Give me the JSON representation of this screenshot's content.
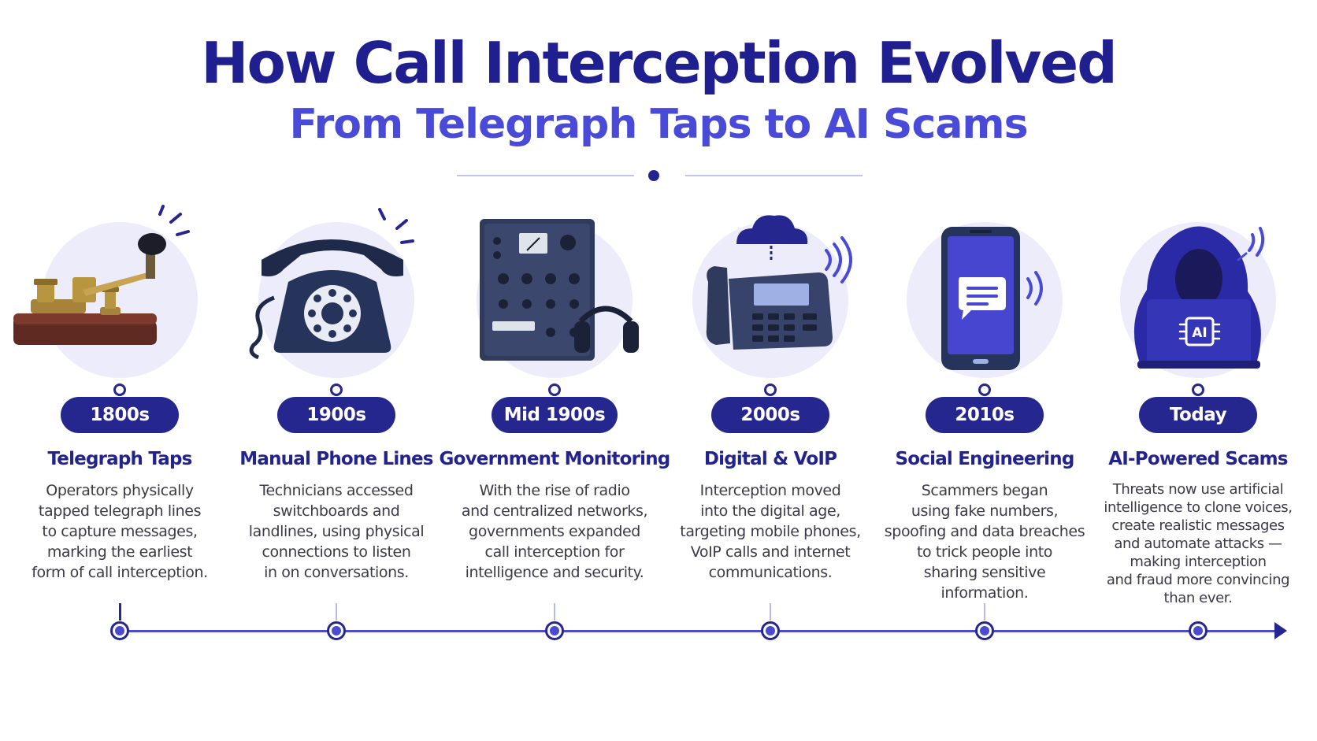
{
  "header": {
    "title": "How Call Interception Evolved",
    "subtitle": "From Telegraph Taps to AI Scams"
  },
  "colors": {
    "navy": "#26268f",
    "accent": "#4a4ad8",
    "circle_bg": "#ececfb"
  },
  "milestones": [
    {
      "era": "1800s",
      "title": "Telegraph Taps",
      "icon": "telegraph-key-icon",
      "lines": [
        "Operators physically",
        "tapped telegraph lines",
        "to capture messages,",
        "marking the earliest",
        "form of call interception."
      ]
    },
    {
      "era": "1900s",
      "title": "Manual Phone Lines",
      "icon": "rotary-phone-icon",
      "lines": [
        "Technicians accessed",
        "switchboards and",
        "landlines, using physical",
        "connections to listen",
        "in on conversations."
      ]
    },
    {
      "era": "Mid 1900s",
      "title": "Government Monitoring",
      "icon": "radio-monitoring-icon",
      "lines": [
        "With the rise of radio",
        "and centralized networks,",
        "governments expanded",
        "call interception for",
        "intelligence and security."
      ]
    },
    {
      "era": "2000s",
      "title": "Digital & VoIP",
      "icon": "voip-phone-icon",
      "lines": [
        "Interception moved",
        "into the digital age,",
        "targeting mobile phones,",
        "VoIP calls and internet",
        "communications."
      ]
    },
    {
      "era": "2010s",
      "title": "Social Engineering",
      "icon": "smartphone-message-icon",
      "lines": [
        "Scammers began",
        "using fake numbers,",
        "spoofing and data breaches",
        "to trick people into",
        "sharing sensitive information."
      ]
    },
    {
      "era": "Today",
      "title": "AI-Powered Scams",
      "icon": "hooded-hacker-ai-icon",
      "chip_label": "AI",
      "lines": [
        "Threats now use artificial",
        "intelligence to clone voices,",
        "create realistic messages",
        "and automate attacks —",
        "making interception",
        "and fraud more convincing",
        "than ever."
      ]
    }
  ]
}
